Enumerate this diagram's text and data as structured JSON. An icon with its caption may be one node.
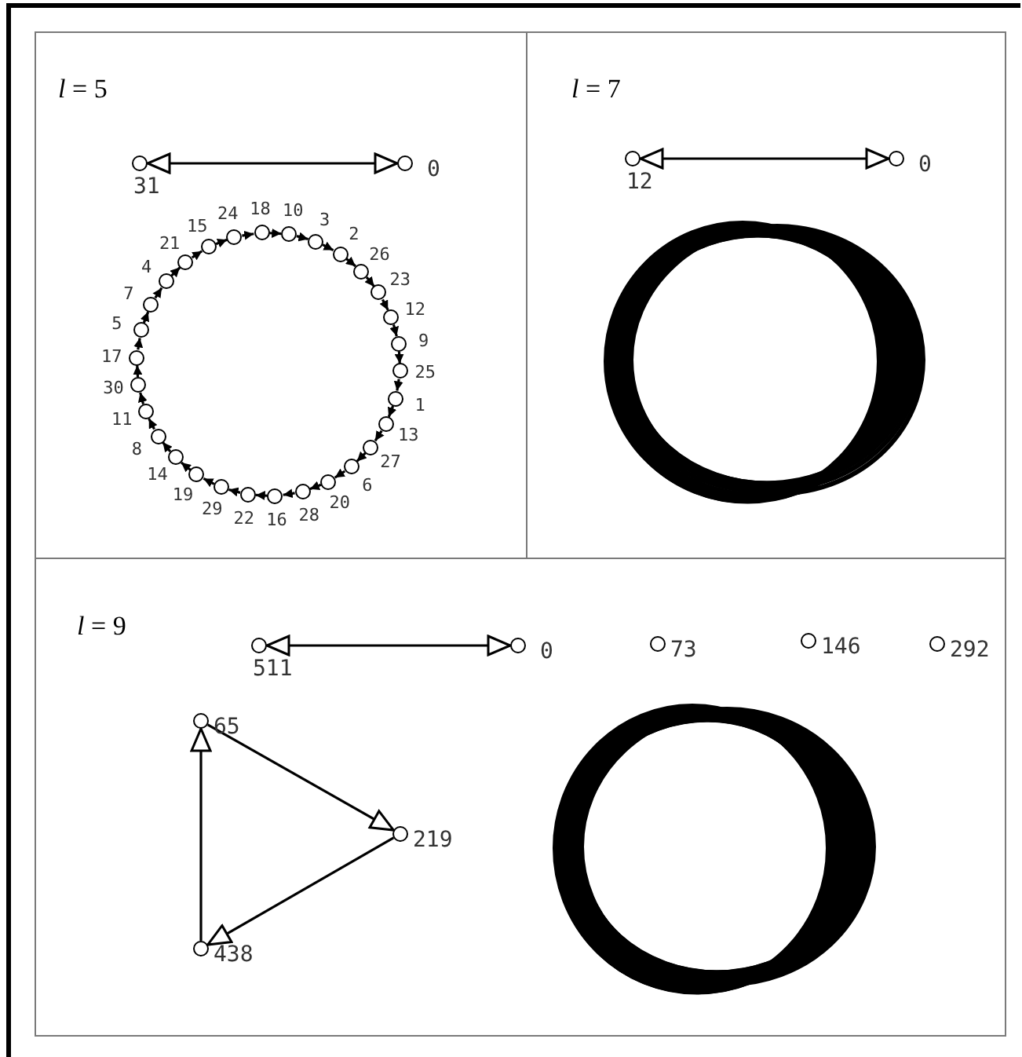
{
  "diagram": {
    "nodes": [
      {
        "text": [
          "*l* = 5"
        ]
      },
      {
        "text": [
          "*l* = 7"
        ]
      },
      {
        "text": [
          "*l* = 9"
        ]
      },
      {
        "text": [],
        "shape": "circle",
        "beside": [
          "31"
        ],
        "in": 0
      },
      {
        "text": [],
        "shape": "circle",
        "beside": [
          "0"
        ],
        "in": 0
      },
      {
        "text": [],
        "shape": "circle",
        "beside": [
          "15"
        ],
        "in": 0
      },
      {
        "text": [],
        "shape": "circle",
        "beside": [
          "24"
        ],
        "in": 0
      },
      {
        "text": [],
        "shape": "circle",
        "beside": [
          "18"
        ],
        "in": 0
      },
      {
        "text": [],
        "shape": "circle",
        "beside": [
          "10"
        ],
        "in": 0
      },
      {
        "text": [],
        "shape": "circle",
        "beside": [
          "3"
        ],
        "in": 0
      },
      {
        "text": [],
        "shape": "circle",
        "beside": [
          "2"
        ],
        "in": 0
      },
      {
        "text": [],
        "shape": "circle",
        "beside": [
          "26"
        ],
        "in": 0
      },
      {
        "text": [],
        "shape": "circle",
        "beside": [
          "23"
        ],
        "in": 0
      },
      {
        "text": [],
        "shape": "circle",
        "beside": [
          "12"
        ],
        "in": 0
      },
      {
        "text": [],
        "shape": "circle",
        "beside": [
          "9"
        ],
        "in": 0
      },
      {
        "text": [],
        "shape": "circle",
        "beside": [
          "25"
        ],
        "in": 0
      },
      {
        "text": [],
        "shape": "circle",
        "beside": [
          "1"
        ],
        "in": 0
      },
      {
        "text": [],
        "shape": "circle",
        "beside": [
          "13"
        ],
        "in": 0
      },
      {
        "text": [],
        "shape": "circle",
        "beside": [
          "27"
        ],
        "in": 0
      },
      {
        "text": [],
        "shape": "circle",
        "beside": [
          "6"
        ],
        "in": 0
      },
      {
        "text": [],
        "shape": "circle",
        "beside": [
          "20"
        ],
        "in": 0
      },
      {
        "text": [],
        "shape": "circle",
        "beside": [
          "28"
        ],
        "in": 0
      },
      {
        "text": [],
        "shape": "circle",
        "beside": [
          "16"
        ],
        "in": 0
      },
      {
        "text": [],
        "shape": "circle",
        "beside": [
          "22"
        ],
        "in": 0
      },
      {
        "text": [],
        "shape": "circle",
        "beside": [
          "29"
        ],
        "in": 0
      },
      {
        "text": [],
        "shape": "circle",
        "beside": [
          "19"
        ],
        "in": 0
      },
      {
        "text": [],
        "shape": "circle",
        "beside": [
          "14"
        ],
        "in": 0
      },
      {
        "text": [],
        "shape": "circle",
        "beside": [
          "8"
        ],
        "in": 0
      },
      {
        "text": [],
        "shape": "circle",
        "beside": [
          "11"
        ],
        "in": 0
      },
      {
        "text": [],
        "shape": "circle",
        "beside": [
          "30"
        ],
        "in": 0
      },
      {
        "text": [],
        "shape": "circle",
        "beside": [
          "17"
        ],
        "in": 0
      },
      {
        "text": [],
        "shape": "circle",
        "beside": [
          "5"
        ],
        "in": 0
      },
      {
        "text": [],
        "shape": "circle",
        "beside": [
          "7"
        ],
        "in": 0
      },
      {
        "text": [],
        "shape": "circle",
        "beside": [
          "4"
        ],
        "in": 0
      },
      {
        "text": [],
        "shape": "circle",
        "beside": [
          "21"
        ],
        "in": 0
      },
      {
        "text": [],
        "shape": "circle",
        "beside": [
          "12"
        ],
        "in": 1
      },
      {
        "text": [],
        "shape": "circle",
        "beside": [
          "0"
        ],
        "in": 1
      },
      {
        "text": [],
        "shape": "circle",
        "beside": [
          "511"
        ],
        "in": 2
      },
      {
        "text": [],
        "shape": "circle",
        "beside": [
          "0"
        ],
        "in": 2
      },
      {
        "text": [],
        "shape": "circle",
        "beside": [
          "73"
        ],
        "in": 2
      },
      {
        "text": [],
        "shape": "circle",
        "beside": [
          "146"
        ],
        "in": 2
      },
      {
        "text": [],
        "shape": "circle",
        "beside": [
          "292"
        ],
        "in": 2
      },
      {
        "text": [],
        "shape": "circle",
        "beside": [
          "65"
        ],
        "in": 2
      },
      {
        "text": [],
        "shape": "circle",
        "beside": [
          "219"
        ],
        "in": 2
      },
      {
        "text": [],
        "shape": "circle",
        "beside": [
          "438"
        ],
        "in": 2
      }
    ],
    "edges": [
      {
        "from": 3,
        "to": 4,
        "arrow": "both"
      },
      {
        "from": 5,
        "to": 6,
        "arrow": "to"
      },
      {
        "from": 6,
        "to": 7,
        "arrow": "to"
      },
      {
        "from": 7,
        "to": 8,
        "arrow": "to"
      },
      {
        "from": 8,
        "to": 9,
        "arrow": "to"
      },
      {
        "from": 9,
        "to": 10,
        "arrow": "to"
      },
      {
        "from": 10,
        "to": 11,
        "arrow": "to"
      },
      {
        "from": 11,
        "to": 12,
        "arrow": "to"
      },
      {
        "from": 12,
        "to": 13,
        "arrow": "to"
      },
      {
        "from": 13,
        "to": 14,
        "arrow": "to"
      },
      {
        "from": 14,
        "to": 15,
        "arrow": "to"
      },
      {
        "from": 15,
        "to": 16,
        "arrow": "to"
      },
      {
        "from": 16,
        "to": 17,
        "arrow": "to"
      },
      {
        "from": 17,
        "to": 18,
        "arrow": "to"
      },
      {
        "from": 18,
        "to": 19,
        "arrow": "to"
      },
      {
        "from": 19,
        "to": 20,
        "arrow": "to"
      },
      {
        "from": 20,
        "to": 21,
        "arrow": "to"
      },
      {
        "from": 21,
        "to": 22,
        "arrow": "to"
      },
      {
        "from": 22,
        "to": 23,
        "arrow": "to"
      },
      {
        "from": 23,
        "to": 24,
        "arrow": "to"
      },
      {
        "from": 24,
        "to": 25,
        "arrow": "to"
      },
      {
        "from": 25,
        "to": 26,
        "arrow": "to"
      },
      {
        "from": 26,
        "to": 27,
        "arrow": "to"
      },
      {
        "from": 27,
        "to": 28,
        "arrow": "to"
      },
      {
        "from": 28,
        "to": 29,
        "arrow": "to"
      },
      {
        "from": 29,
        "to": 30,
        "arrow": "to"
      },
      {
        "from": 30,
        "to": 31,
        "arrow": "to"
      },
      {
        "from": 31,
        "to": 32,
        "arrow": "to"
      },
      {
        "from": 32,
        "to": 33,
        "arrow": "to"
      },
      {
        "from": 33,
        "to": 34,
        "arrow": "to"
      },
      {
        "from": 34,
        "to": 5,
        "arrow": "to"
      },
      {
        "from": 35,
        "to": 36,
        "arrow": "both"
      },
      {
        "from": 37,
        "to": 38,
        "arrow": "both"
      },
      {
        "from": 42,
        "to": 43,
        "arrow": "to"
      },
      {
        "from": 43,
        "to": 44,
        "arrow": "to"
      },
      {
        "from": 44,
        "to": 42,
        "arrow": "to"
      }
    ]
  }
}
